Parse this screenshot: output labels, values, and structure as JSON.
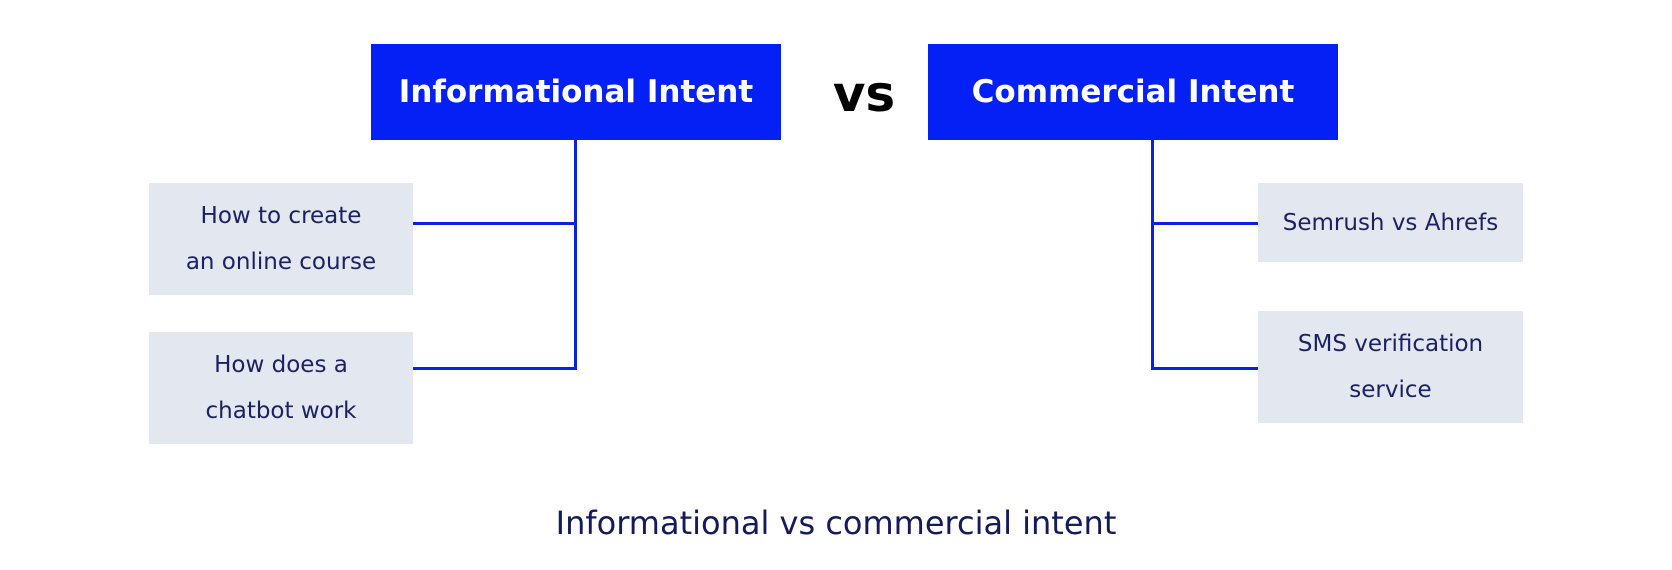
{
  "diagram": {
    "left_header": {
      "label": "Informational Intent"
    },
    "separator": {
      "label": "vs"
    },
    "right_header": {
      "label": "Commercial Intent"
    },
    "left_items": [
      {
        "lines": [
          "How to create",
          "an online course"
        ]
      },
      {
        "lines": [
          "How does a",
          "chatbot work"
        ]
      }
    ],
    "right_items": [
      {
        "lines": [
          "Semrush vs Ahrefs"
        ]
      },
      {
        "lines": [
          "SMS verification",
          "service"
        ]
      }
    ],
    "caption": "Informational vs commercial intent"
  },
  "colors": {
    "header_bg": "#0520f5",
    "header_text": "#ffffff",
    "connector": "#0a22e0",
    "item_bg": "#e2e7f0",
    "item_text": "#1c2260",
    "caption_text": "#141a5a",
    "vs_text": "#000000"
  }
}
